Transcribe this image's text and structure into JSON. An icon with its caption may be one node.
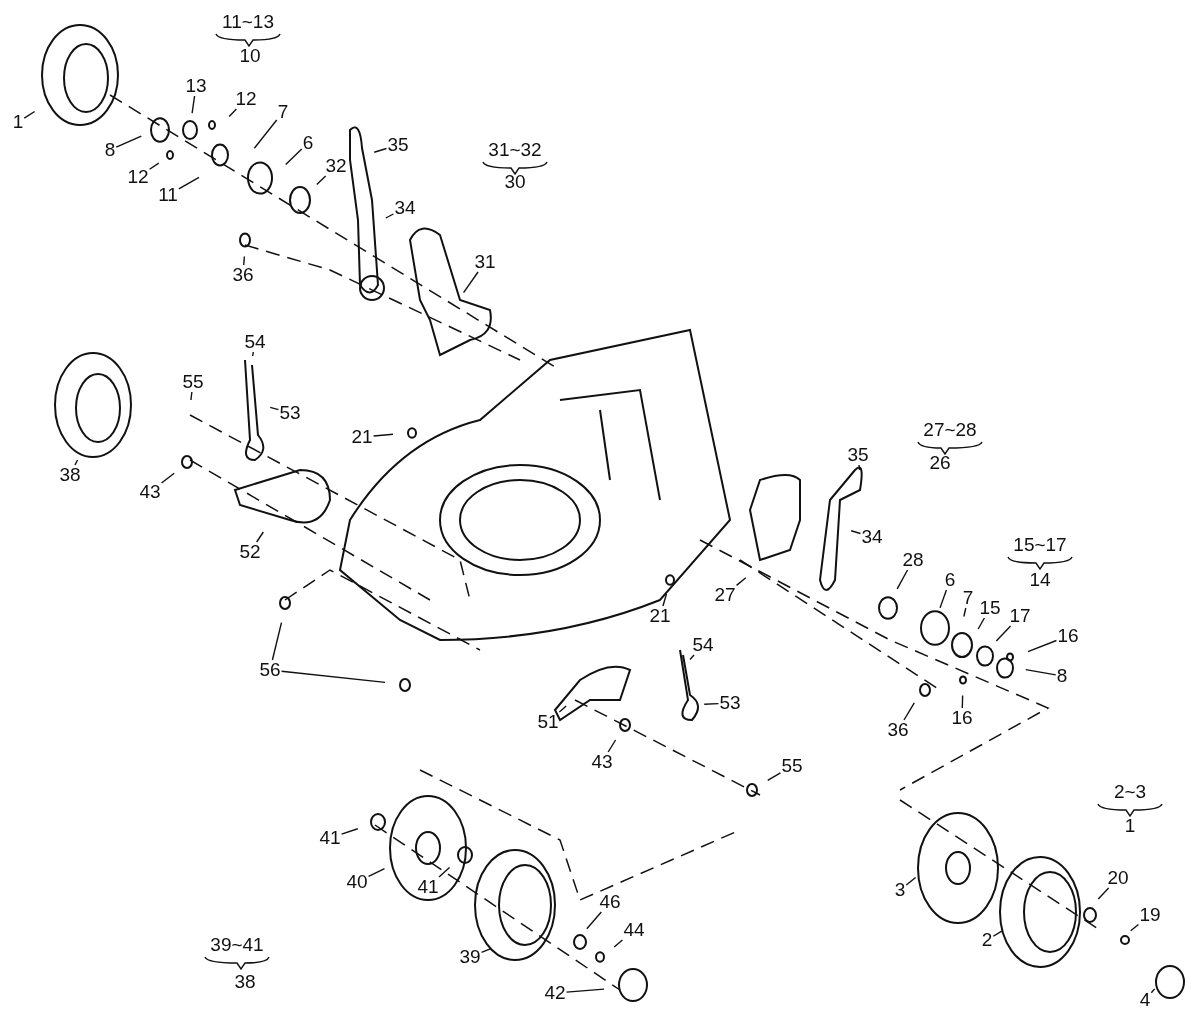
{
  "diagram": {
    "nodes": [
      {
        "text": [
          "1"
        ]
      },
      {
        "text": [
          "13"
        ]
      },
      {
        "text": [
          "12"
        ]
      },
      {
        "text": [
          "7"
        ]
      },
      {
        "text": [
          "8"
        ]
      },
      {
        "text": [
          "12"
        ]
      },
      {
        "text": [
          "11"
        ]
      },
      {
        "text": [
          "6"
        ]
      },
      {
        "text": [
          "35"
        ]
      },
      {
        "text": [
          "32"
        ]
      },
      {
        "text": [
          "34"
        ]
      },
      {
        "text": [
          "36"
        ]
      },
      {
        "text": [
          "31"
        ]
      },
      {
        "text": [
          "54"
        ]
      },
      {
        "text": [
          "55"
        ]
      },
      {
        "text": [
          "53"
        ]
      },
      {
        "text": [
          "21"
        ]
      },
      {
        "text": [
          "38"
        ]
      },
      {
        "text": [
          "43"
        ]
      },
      {
        "text": [
          "52"
        ]
      },
      {
        "text": [
          "35"
        ]
      },
      {
        "text": [
          "34"
        ]
      },
      {
        "text": [
          "28"
        ]
      },
      {
        "text": [
          "6"
        ]
      },
      {
        "text": [
          "21"
        ]
      },
      {
        "text": [
          "27"
        ]
      },
      {
        "text": [
          "7"
        ]
      },
      {
        "text": [
          "15"
        ]
      },
      {
        "text": [
          "17"
        ]
      },
      {
        "text": [
          "16"
        ]
      },
      {
        "text": [
          "8"
        ]
      },
      {
        "text": [
          "54"
        ]
      },
      {
        "text": [
          "56"
        ]
      },
      {
        "text": [
          "53"
        ]
      },
      {
        "text": [
          "36"
        ]
      },
      {
        "text": [
          "16"
        ]
      },
      {
        "text": [
          "51"
        ]
      },
      {
        "text": [
          "43"
        ]
      },
      {
        "text": [
          "55"
        ]
      },
      {
        "text": [
          "41"
        ]
      },
      {
        "text": [
          "40"
        ]
      },
      {
        "text": [
          "41"
        ]
      },
      {
        "text": [
          "3"
        ]
      },
      {
        "text": [
          "46"
        ]
      },
      {
        "text": [
          "20"
        ]
      },
      {
        "text": [
          "44"
        ]
      },
      {
        "text": [
          "2"
        ]
      },
      {
        "text": [
          "19"
        ]
      },
      {
        "text": [
          "39"
        ]
      },
      {
        "text": [
          "42"
        ]
      },
      {
        "text": [
          "4"
        ]
      }
    ],
    "edges": [
      {
        "from": 0,
        "to": null,
        "arrow": "none"
      },
      {
        "from": 1,
        "to": null,
        "arrow": "none"
      },
      {
        "from": 2,
        "to": null,
        "arrow": "none"
      },
      {
        "from": 3,
        "to": null,
        "arrow": "none"
      },
      {
        "from": 4,
        "to": null,
        "arrow": "none"
      },
      {
        "from": 5,
        "to": null,
        "arrow": "none"
      },
      {
        "from": 6,
        "to": null,
        "arrow": "none"
      },
      {
        "from": 7,
        "to": null,
        "arrow": "none"
      },
      {
        "from": 8,
        "to": null,
        "arrow": "none"
      },
      {
        "from": 9,
        "to": null,
        "arrow": "none"
      },
      {
        "from": 10,
        "to": null,
        "arrow": "none"
      },
      {
        "from": 11,
        "to": null,
        "arrow": "none"
      },
      {
        "from": 12,
        "to": null,
        "arrow": "none"
      },
      {
        "from": 13,
        "to": null,
        "arrow": "none"
      },
      {
        "from": 14,
        "to": null,
        "arrow": "none"
      },
      {
        "from": 15,
        "to": null,
        "arrow": "none"
      },
      {
        "from": 16,
        "to": null,
        "arrow": "none"
      },
      {
        "from": 17,
        "to": null,
        "arrow": "none"
      },
      {
        "from": 18,
        "to": null,
        "arrow": "none"
      },
      {
        "from": 19,
        "to": null,
        "arrow": "none"
      },
      {
        "from": 20,
        "to": null,
        "arrow": "none"
      },
      {
        "from": 21,
        "to": null,
        "arrow": "none"
      },
      {
        "from": 22,
        "to": null,
        "arrow": "none"
      },
      {
        "from": 23,
        "to": null,
        "arrow": "none"
      },
      {
        "from": 24,
        "to": null,
        "arrow": "none"
      },
      {
        "from": 25,
        "to": null,
        "arrow": "none"
      },
      {
        "from": 26,
        "to": null,
        "arrow": "none"
      },
      {
        "from": 27,
        "to": null,
        "arrow": "none"
      },
      {
        "from": 28,
        "to": null,
        "arrow": "none"
      },
      {
        "from": 29,
        "to": null,
        "arrow": "none"
      },
      {
        "from": 30,
        "to": null,
        "arrow": "none"
      },
      {
        "from": 31,
        "to": null,
        "arrow": "none"
      },
      {
        "from": 32,
        "to": null,
        "arrow": "none"
      },
      {
        "from": 32,
        "to": null,
        "arrow": "none"
      },
      {
        "from": 33,
        "to": null,
        "arrow": "none"
      },
      {
        "from": 34,
        "to": null,
        "arrow": "none"
      },
      {
        "from": 35,
        "to": null,
        "arrow": "none"
      },
      {
        "from": 36,
        "to": null,
        "arrow": "none"
      },
      {
        "from": 37,
        "to": null,
        "arrow": "none"
      },
      {
        "from": 38,
        "to": null,
        "arrow": "none"
      },
      {
        "from": 39,
        "to": null,
        "arrow": "none"
      },
      {
        "from": 40,
        "to": null,
        "arrow": "none"
      },
      {
        "from": 41,
        "to": null,
        "arrow": "none"
      },
      {
        "from": 42,
        "to": null,
        "arrow": "none"
      },
      {
        "from": 43,
        "to": null,
        "arrow": "none"
      },
      {
        "from": 44,
        "to": null,
        "arrow": "none"
      },
      {
        "from": 45,
        "to": null,
        "arrow": "none"
      },
      {
        "from": 46,
        "to": null,
        "arrow": "none"
      },
      {
        "from": 47,
        "to": null,
        "arrow": "none"
      },
      {
        "from": 48,
        "to": null,
        "arrow": "none"
      },
      {
        "from": 49,
        "to": null,
        "arrow": "none"
      },
      {
        "from": 50,
        "to": null,
        "arrow": "none"
      }
    ],
    "labels": [
      "11~13",
      "10",
      "31~32",
      "30",
      "27~28",
      "26",
      "15~17",
      "14",
      "2~3",
      "1",
      "39~41",
      "38"
    ]
  }
}
